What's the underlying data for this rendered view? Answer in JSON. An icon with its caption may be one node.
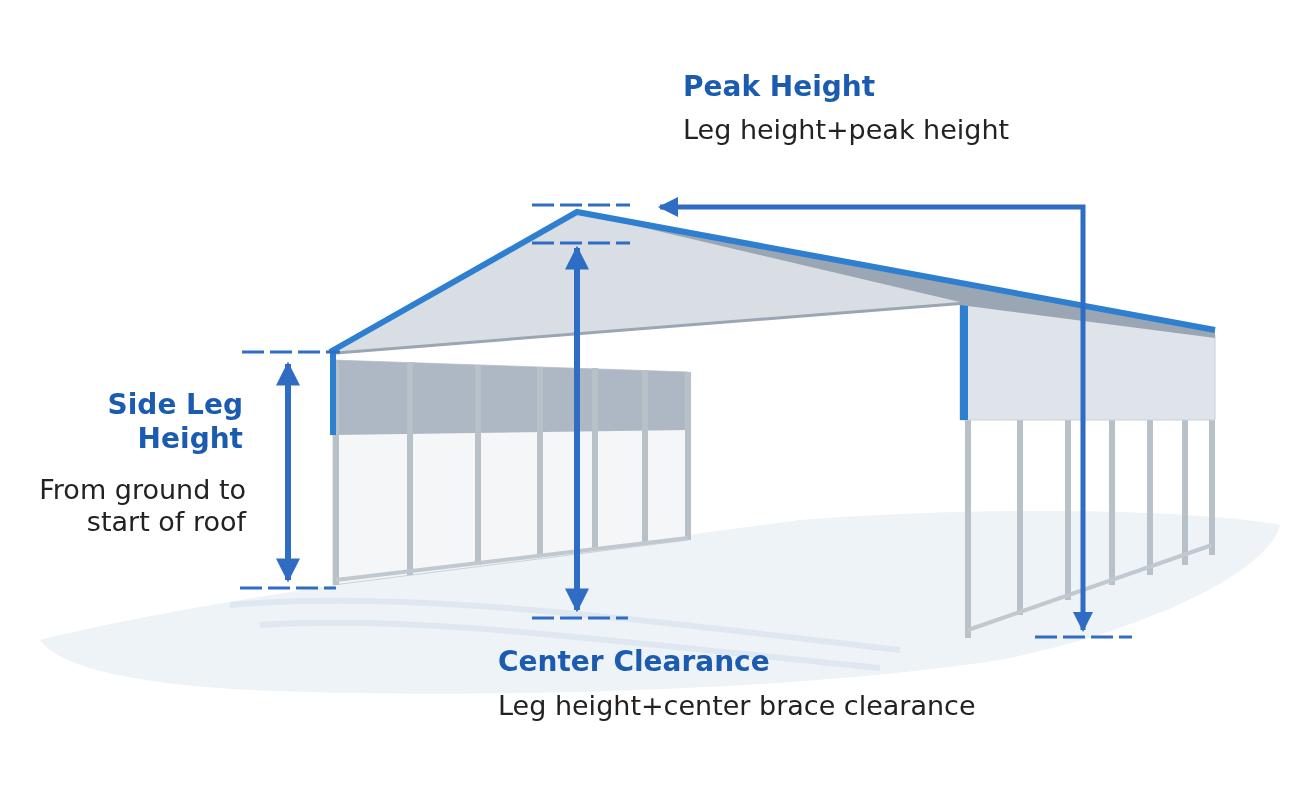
{
  "diagram": {
    "labels": [
      "Peak Height",
      "Leg height+peak height",
      "Side Leg Height",
      "From ground to start of roof",
      "Center Clearance",
      "Leg height+center brace clearance"
    ]
  }
}
